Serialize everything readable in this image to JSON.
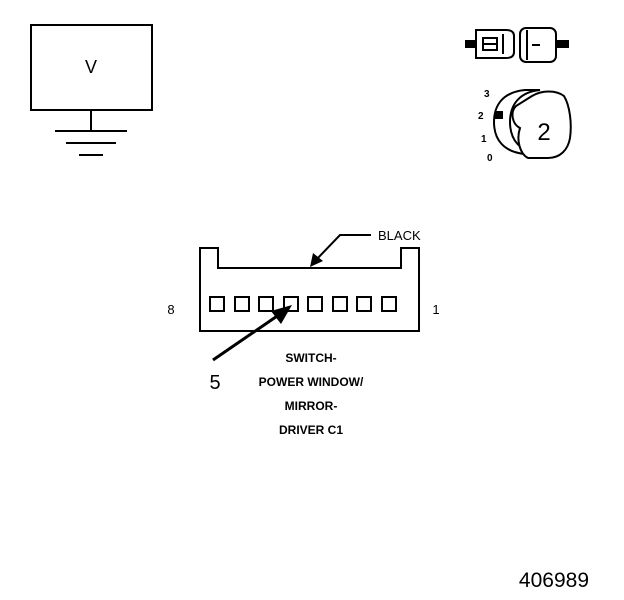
{
  "meter": {
    "label": "V"
  },
  "probe_positions": {
    "labels": [
      "3",
      "2",
      "1",
      "0"
    ],
    "selected": "2"
  },
  "connector": {
    "color_label": "BLACK",
    "pin_left": "8",
    "pin_right": "1",
    "pin_count": 8,
    "callout_pin": "5",
    "name_lines": [
      "SWITCH-",
      "POWER WINDOW/",
      "MIRROR-",
      "DRIVER C1"
    ]
  },
  "figure_id": "406989"
}
